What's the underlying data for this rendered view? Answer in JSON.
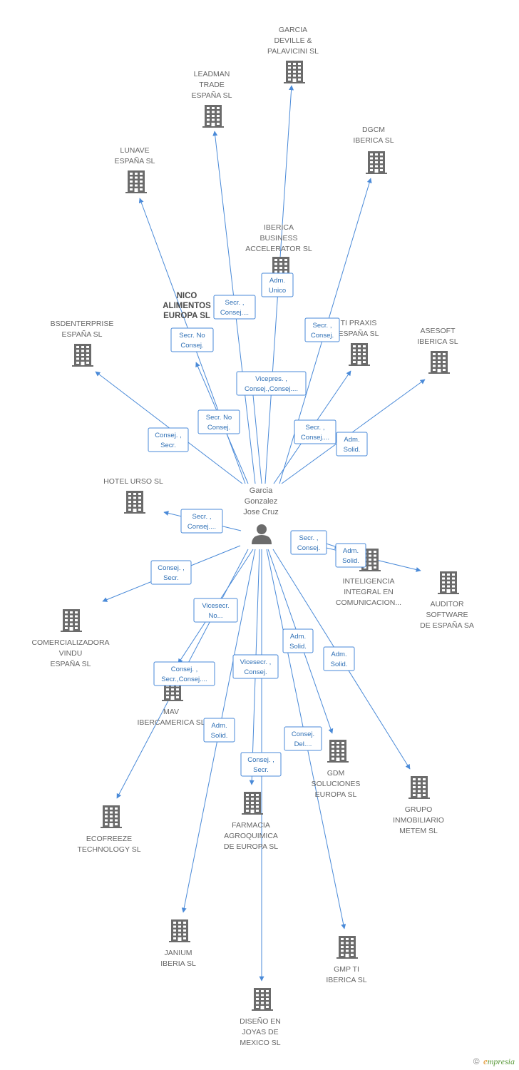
{
  "colors": {
    "edge": "#4a8ad8",
    "building": "#6b6b6b",
    "label": "#666666",
    "box_text": "#2e6fb5"
  },
  "person": {
    "name": [
      "Garcia",
      "Gonzalez",
      "Jose Cruz"
    ],
    "icon": "person-icon"
  },
  "companies": [
    {
      "id": "garcia-deville",
      "label": [
        "GARCIA",
        "DEVILLE &",
        "PALAVICINI SL"
      ]
    },
    {
      "id": "leadman",
      "label": [
        "LEADMAN",
        "TRADE",
        "ESPAÑA SL"
      ]
    },
    {
      "id": "dgcm",
      "label": [
        "DGCM",
        "IBERICA SL"
      ]
    },
    {
      "id": "lunave",
      "label": [
        "LUNAVE",
        "ESPAÑA SL"
      ]
    },
    {
      "id": "iberica-business",
      "label": [
        "IBERICA",
        "BUSINESS",
        "ACCELERATOR SL"
      ]
    },
    {
      "id": "nico-alimentos",
      "label": [
        "NICO",
        "ALIMENTOS",
        "EUROPA SL"
      ],
      "main": true
    },
    {
      "id": "bsdenterprise",
      "label": [
        "BSDENTERPRISE",
        "ESPAÑA SL"
      ]
    },
    {
      "id": "ti-praxis",
      "label": [
        "TI PRAXIS",
        "ESPAÑA SL"
      ]
    },
    {
      "id": "asesoft",
      "label": [
        "ASESOFT",
        "IBERICA SL"
      ]
    },
    {
      "id": "hotel-urso",
      "label": [
        "HOTEL URSO SL"
      ]
    },
    {
      "id": "inteligencia",
      "label": [
        "INTELIGENCIA",
        "INTEGRAL EN",
        "COMUNICACION..."
      ]
    },
    {
      "id": "auditor",
      "label": [
        "AUDITOR",
        "SOFTWARE",
        "DE ESPAÑA SA"
      ]
    },
    {
      "id": "comercializadora",
      "label": [
        "COMERCIALIZADORA",
        "VINDU",
        "ESPAÑA SL"
      ]
    },
    {
      "id": "mav",
      "label": [
        "MAV",
        "IBERCAMERICA SL"
      ]
    },
    {
      "id": "gdm",
      "label": [
        "GDM",
        "SOLUCIONES",
        "EUROPA SL"
      ]
    },
    {
      "id": "grupo-inmobiliario",
      "label": [
        "GRUPO",
        "INMOBILIARIO",
        "METEM SL"
      ]
    },
    {
      "id": "ecofreeze",
      "label": [
        "ECOFREEZE",
        "TECHNOLOGY SL"
      ]
    },
    {
      "id": "farmacia",
      "label": [
        "FARMACIA",
        "AGROQUIMICA",
        "DE EUROPA SL"
      ]
    },
    {
      "id": "janium",
      "label": [
        "JANIUM",
        "IBERIA SL"
      ]
    },
    {
      "id": "gmp-ti",
      "label": [
        "GMP TI",
        "IBERICA SL"
      ]
    },
    {
      "id": "diseno-joyas",
      "label": [
        "DISEÑO EN",
        "JOYAS DE",
        "MEXICO SL"
      ]
    }
  ],
  "relations": [
    {
      "to": "garcia-deville",
      "label": [
        "Adm.",
        "Unico"
      ]
    },
    {
      "to": "leadman",
      "label": [
        "Secr. ,",
        "Consej...."
      ]
    },
    {
      "to": "lunave",
      "label": [
        "Secr.  No",
        "Consej."
      ]
    },
    {
      "to": "nico-alimentos",
      "label": [
        "Secr.  No",
        "Consej."
      ]
    },
    {
      "to": "dgcm",
      "label": [
        "Secr. ,",
        "Consej."
      ]
    },
    {
      "to": "iberica-business",
      "label": [
        "Vicepres. ,",
        "Consej.,Consej...."
      ]
    },
    {
      "to": "bsdenterprise",
      "label": [
        "Consej. ,",
        "Secr."
      ]
    },
    {
      "to": "ti-praxis",
      "label": [
        "Secr. ,",
        "Consej...."
      ]
    },
    {
      "to": "asesoft",
      "label": [
        "Adm.",
        "Solid."
      ]
    },
    {
      "to": "hotel-urso",
      "label": [
        "Secr. ,",
        "Consej...."
      ]
    },
    {
      "to": "inteligencia",
      "label": [
        "Secr. ,",
        "Consej."
      ]
    },
    {
      "to": "auditor",
      "label": [
        "Adm.",
        "Solid."
      ]
    },
    {
      "to": "comercializadora",
      "label": [
        "Consej. ,",
        "Secr."
      ]
    },
    {
      "to": "ecofreeze",
      "label": [
        "Vicesecr.",
        "No..."
      ]
    },
    {
      "to": "mav",
      "label": [
        "Consej. ,",
        "Secr.,Consej...."
      ]
    },
    {
      "to": "farmacia",
      "label": [
        "Vicesecr. ,",
        "Consej."
      ]
    },
    {
      "to": "gdm",
      "label": [
        "Adm.",
        "Solid."
      ]
    },
    {
      "to": "grupo-inmobiliario",
      "label": [
        "Adm.",
        "Solid."
      ]
    },
    {
      "to": "janium",
      "label": [
        "Adm.",
        "Solid."
      ]
    },
    {
      "to": "diseno-joyas",
      "label": [
        "Consej. ,",
        "Secr."
      ]
    },
    {
      "to": "gmp-ti",
      "label": [
        "Consej.",
        "Del...."
      ]
    }
  ],
  "footer": {
    "copyright": "©",
    "brand_initial": "e",
    "brand_rest": "mpresia"
  }
}
